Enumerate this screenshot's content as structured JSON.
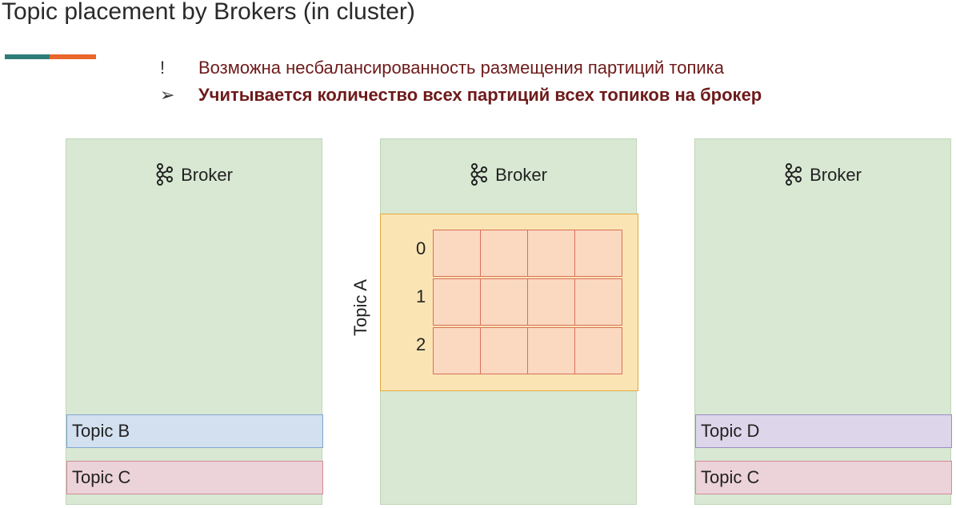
{
  "title": "Topic placement by Brokers (in cluster)",
  "bullets": [
    {
      "mark": "!",
      "text": "Возможна несбалансированность размещения партиций топика"
    },
    {
      "mark": "➢",
      "text": "Учитывается количество всех партиций всех топиков на брокер"
    }
  ],
  "brokers": [
    {
      "label": "Broker",
      "topics": [
        "Topic  B",
        "Topic  C"
      ]
    },
    {
      "label": "Broker",
      "topics": []
    },
    {
      "label": "Broker",
      "topics": [
        "Topic  D",
        "Topic  C"
      ]
    }
  ],
  "topic_a": {
    "label": "Topic  A",
    "partitions": [
      "0",
      "1",
      "2"
    ]
  },
  "colors": {
    "title_underline_teal": "#2e7d78",
    "title_underline_orange": "#e8672b",
    "bullet_text": "#6e1a1a",
    "broker_bg": "#d8e8d3",
    "topic_a_bg": "#fbe4b4",
    "partition_cell": "#fbd8c0"
  }
}
